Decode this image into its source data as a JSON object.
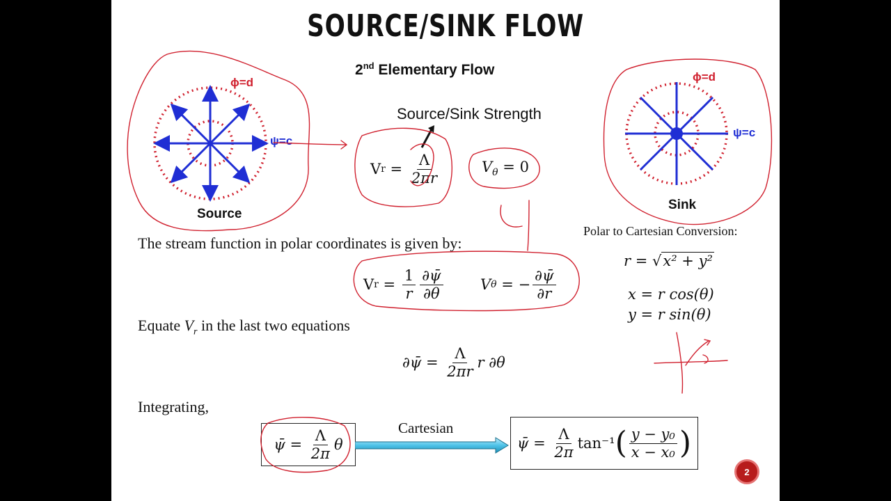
{
  "slide": {
    "title": "SOURCE/SINK FLOW",
    "subtitle_main": "2",
    "subtitle_sup": "nd",
    "subtitle_rest": "Elementary Flow",
    "page_number": "2"
  },
  "source_diagram": {
    "caption": "Source",
    "phi_label": "ϕ=d",
    "psi_label": "ψ=c"
  },
  "sink_diagram": {
    "caption": "Sink",
    "phi_label": "ϕ=d",
    "psi_label": "ψ=c"
  },
  "strength_label": "Source/Sink Strength",
  "eq_vr": {
    "lhs": "V",
    "lhs_sub": "r",
    "num": "Λ",
    "den": "2πr"
  },
  "eq_vtheta": {
    "lhs": "V",
    "lhs_sub": "θ",
    "rhs": "= 0"
  },
  "stream_text": "The stream function in polar coordinates is given by:",
  "stream_vr": {
    "lhs": "V",
    "lhs_sub": "r",
    "f1_num": "1",
    "f1_den": "r",
    "f2_num": "∂ψ̄",
    "f2_den": "∂θ"
  },
  "stream_vtheta": {
    "lhs": "V",
    "lhs_sub": "θ",
    "sign": "= −",
    "num": "∂ψ̄",
    "den": "∂r"
  },
  "polar_conversion": {
    "heading": "Polar to Cartesian Conversion:",
    "r_eq": "r = √",
    "r_rad": "x² + y²",
    "x_eq": "x = r cos(θ)",
    "y_eq": "y = r sin(θ)"
  },
  "equate_text": "Equate",
  "equate_var": "V",
  "equate_sub": "r",
  "equate_rest": "in the last two equations",
  "dpsi_eq": {
    "lhs": "∂ψ̄ =",
    "num": "Λ",
    "den": "2πr",
    "rhs": "r ∂θ"
  },
  "integrating_text": "Integrating,",
  "psi_result": {
    "lhs": "ψ̄ =",
    "num": "Λ",
    "den": "2π",
    "rhs": "θ"
  },
  "arrow_label": "Cartesian",
  "psi_cartesian": {
    "lhs": "ψ̄ =",
    "num": "Λ",
    "den": "2π",
    "func": "tan⁻¹",
    "inner_num": "y − y₀",
    "inner_den": "x − x₀"
  },
  "colors": {
    "annotation": "#d0202e",
    "field_lines": "#1f2ed4",
    "arrow_fill": "#4fc3e8",
    "badge": "#b71c1c"
  }
}
